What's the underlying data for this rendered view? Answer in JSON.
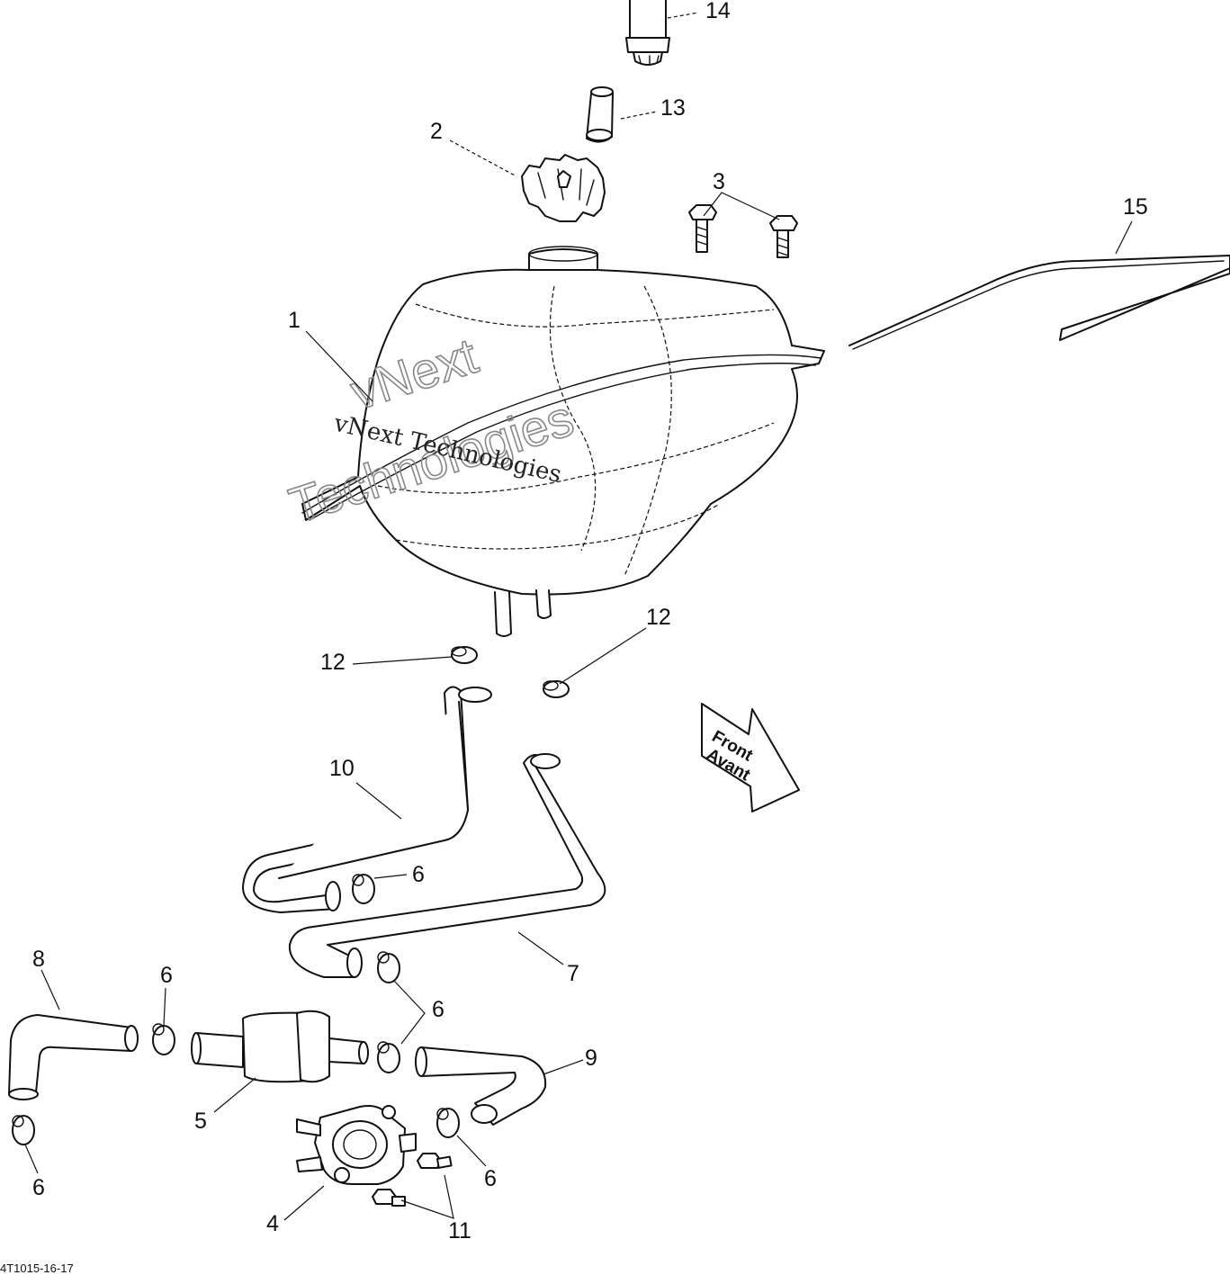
{
  "diagram": {
    "callouts": [
      {
        "id": "c14",
        "label": "14"
      },
      {
        "id": "c13",
        "label": "13"
      },
      {
        "id": "c2",
        "label": "2"
      },
      {
        "id": "c3",
        "label": "3"
      },
      {
        "id": "c15",
        "label": "15"
      },
      {
        "id": "c1",
        "label": "1"
      },
      {
        "id": "c12a",
        "label": "12"
      },
      {
        "id": "c12b",
        "label": "12"
      },
      {
        "id": "c10",
        "label": "10"
      },
      {
        "id": "c6a",
        "label": "6"
      },
      {
        "id": "c7",
        "label": "7"
      },
      {
        "id": "c8",
        "label": "8"
      },
      {
        "id": "c6b",
        "label": "6"
      },
      {
        "id": "c6c",
        "label": "6"
      },
      {
        "id": "c9",
        "label": "9"
      },
      {
        "id": "c5",
        "label": "5"
      },
      {
        "id": "c6d",
        "label": "6"
      },
      {
        "id": "c6e",
        "label": "6"
      },
      {
        "id": "c4",
        "label": "4"
      },
      {
        "id": "c11",
        "label": "11"
      }
    ],
    "direction_arrow": {
      "line1": "Front",
      "line2": "Avant"
    },
    "watermark": {
      "serif": "vNext Technologies",
      "outline_line1": "vNext",
      "outline_line2": "Technologies"
    },
    "reference_code": "4T1015-16-17"
  }
}
